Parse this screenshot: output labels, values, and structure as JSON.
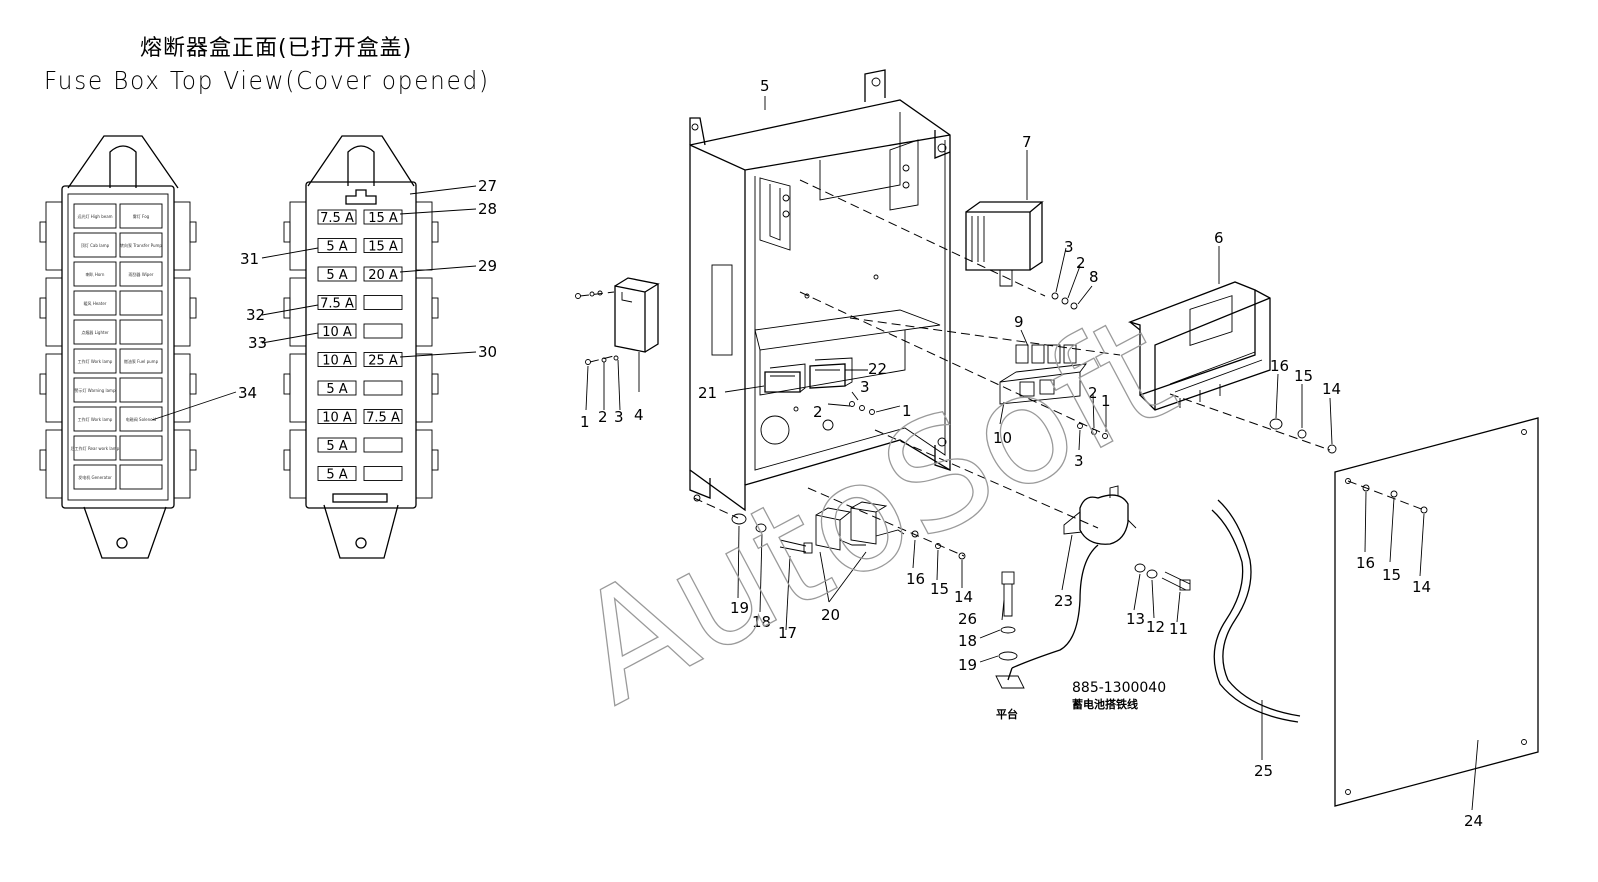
{
  "title": {
    "chinese": "熔断器盒正面(已打开盒盖)",
    "english": "Fuse Box Top View(Cover opened)"
  },
  "watermark": "AutoSoft",
  "left_box": {
    "legend_rows": [
      [
        "远光灯 High beam",
        "雾灯 Fog"
      ],
      [
        "顶灯 Cab lamp",
        "转向泵 Transfer Pump"
      ],
      [
        "喇叭 Horn",
        "雨刮器 Wiper"
      ],
      [
        "暖风 Heater",
        ""
      ],
      [
        "点烟器 Lighter",
        ""
      ],
      [
        "工作灯 Work lamp",
        "燃油泵 Fuel pump"
      ],
      [
        "警示灯 Warning lamp",
        ""
      ],
      [
        "工作灯 Work lamp",
        "电磁阀 Solenoid"
      ],
      [
        "后工作灯 Rear work lamp",
        ""
      ],
      [
        "发电机 Generator",
        ""
      ]
    ]
  },
  "fuse_panel": {
    "rows": [
      [
        "7.5 A",
        "15 A"
      ],
      [
        "5 A",
        "15 A"
      ],
      [
        "5 A",
        "20 A"
      ],
      [
        "7.5 A",
        ""
      ],
      [
        "10 A",
        ""
      ],
      [
        "10 A",
        "25 A"
      ],
      [
        "5 A",
        ""
      ],
      [
        "10 A",
        "7.5 A"
      ],
      [
        "5 A",
        ""
      ],
      [
        "5 A",
        ""
      ]
    ]
  },
  "callouts": {
    "fuse_panel": [
      "27",
      "28",
      "29",
      "30",
      "31",
      "32",
      "33",
      "34"
    ],
    "assembly": [
      "1",
      "2",
      "3",
      "4",
      "5",
      "6",
      "7",
      "8",
      "9",
      "10",
      "11",
      "12",
      "13",
      "14",
      "15",
      "16",
      "17",
      "18",
      "19",
      "20",
      "21",
      "22",
      "23",
      "24",
      "25",
      "26"
    ]
  },
  "notes": {
    "cable_part_number": "885-1300040",
    "cable_name": "蓄电池搭铁线",
    "platform": "平台"
  }
}
